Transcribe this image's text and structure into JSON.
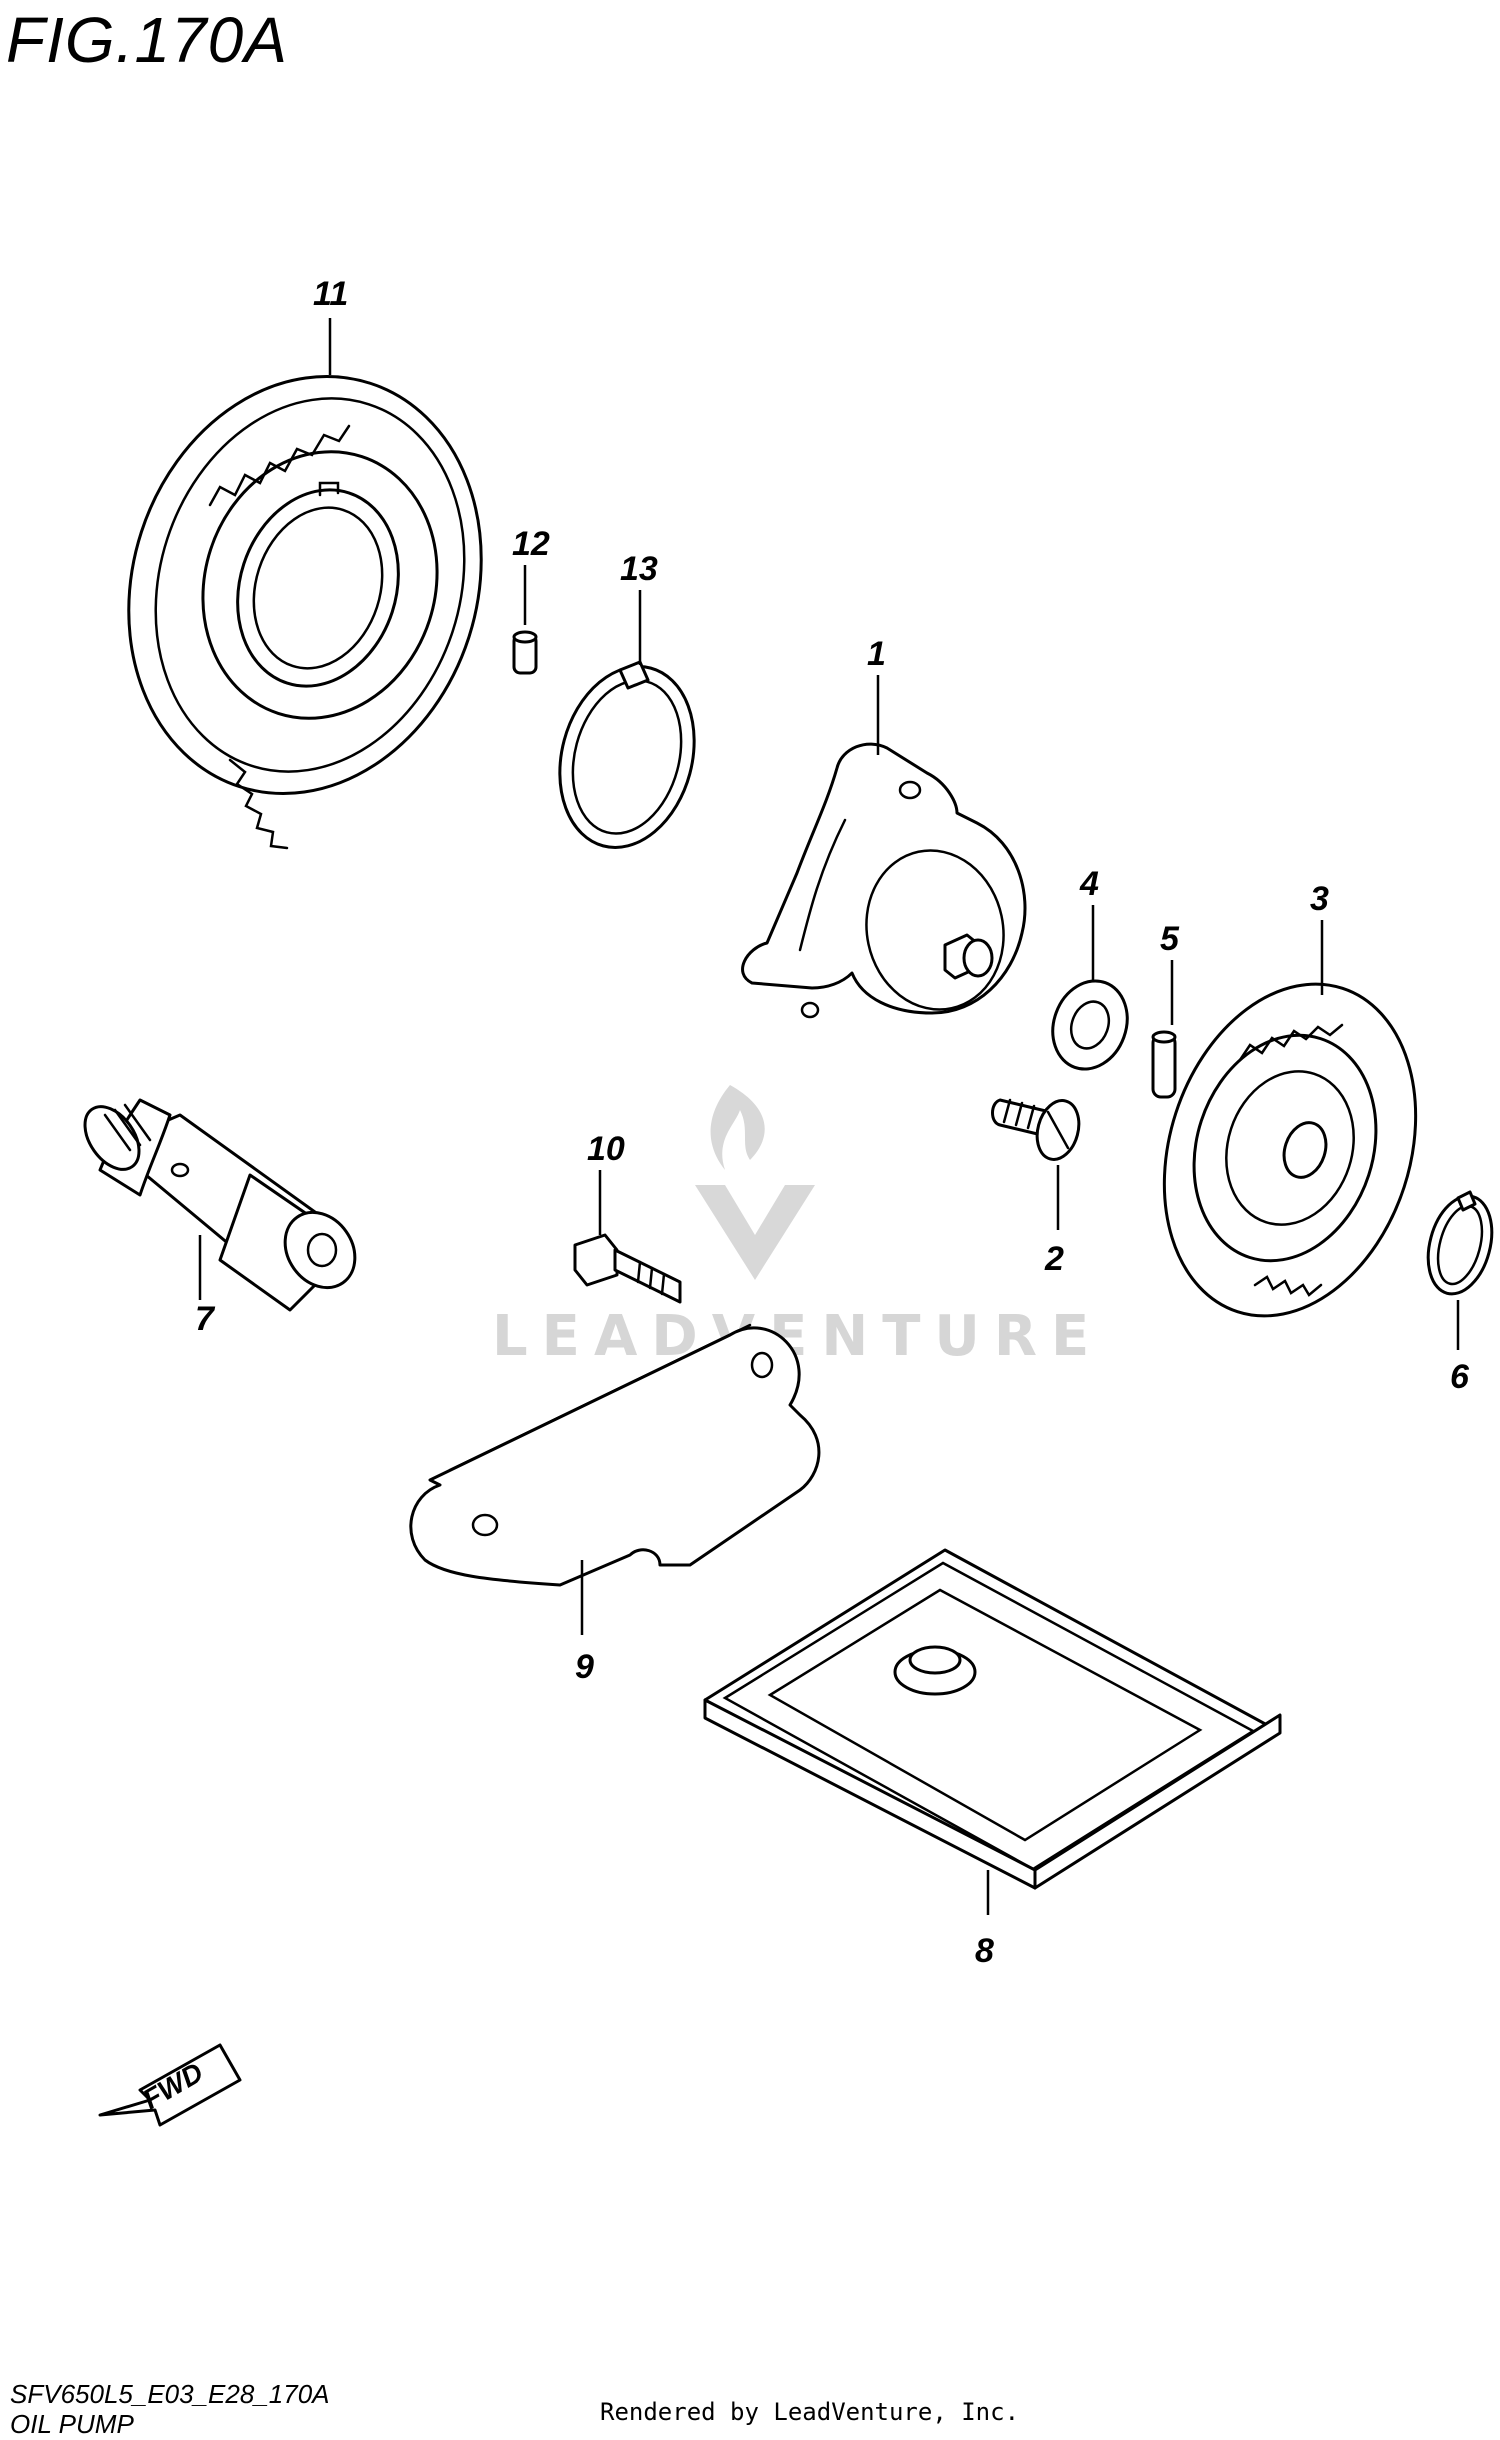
{
  "figure": {
    "title": "FIG.170A",
    "code": "SFV650L5_E03_E28_170A",
    "name": "OIL PUMP"
  },
  "credit": "Rendered by LeadVenture, Inc.",
  "watermark": "LEADVENTURE",
  "fwd_label": "FWD",
  "callouts": [
    {
      "id": "1",
      "part": "oil-pump-body"
    },
    {
      "id": "2",
      "part": "screw"
    },
    {
      "id": "3",
      "part": "pump-driven-gear"
    },
    {
      "id": "4",
      "part": "washer"
    },
    {
      "id": "5",
      "part": "pin"
    },
    {
      "id": "6",
      "part": "circlip"
    },
    {
      "id": "7",
      "part": "fitting"
    },
    {
      "id": "8",
      "part": "oil-strainer"
    },
    {
      "id": "9",
      "part": "strainer-bracket"
    },
    {
      "id": "10",
      "part": "bolt"
    },
    {
      "id": "11",
      "part": "pump-drive-gear"
    },
    {
      "id": "12",
      "part": "pin"
    },
    {
      "id": "13",
      "part": "circlip"
    }
  ],
  "colors": {
    "line": "#000000",
    "background": "#ffffff",
    "watermark": "#d8d8d8"
  }
}
